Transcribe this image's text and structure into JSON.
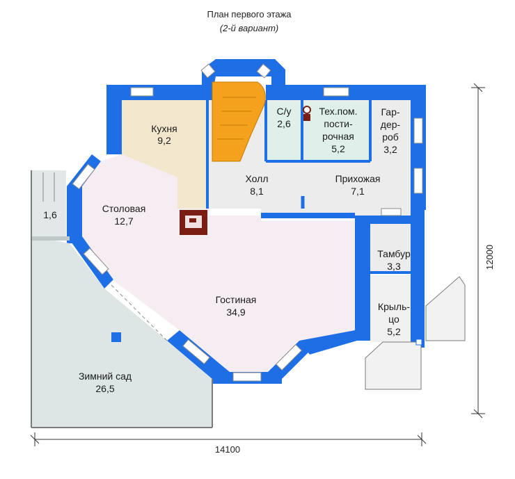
{
  "title": "План первого этажа",
  "subtitle": "(2-й вариант)",
  "rooms": [
    {
      "id": "kitchen",
      "name": "Кухня",
      "area": "9,2"
    },
    {
      "id": "hall",
      "name": "Холл",
      "area": "8,1"
    },
    {
      "id": "wc",
      "name": "С/у",
      "area": "2,6"
    },
    {
      "id": "tech",
      "name_lines": [
        "Тех.пом.",
        "пости-",
        "рочная"
      ],
      "area": "5,2"
    },
    {
      "id": "wardrobe",
      "name_lines": [
        "Гар-",
        "дер-",
        "роб"
      ],
      "area": "3,2"
    },
    {
      "id": "entrance",
      "name": "Прихожая",
      "area": "7,1"
    },
    {
      "id": "dining",
      "name": "Столовая",
      "area": "12,7"
    },
    {
      "id": "small",
      "name": "",
      "area": "1,6"
    },
    {
      "id": "vestibule",
      "name": "Тамбур",
      "area": "3,3"
    },
    {
      "id": "living",
      "name": "Гостиная",
      "area": "34,9"
    },
    {
      "id": "porch",
      "name_lines": [
        "Крыль-",
        "цо"
      ],
      "area": "5,2"
    },
    {
      "id": "garden",
      "name": "Зимний сад",
      "area": "26,5"
    }
  ],
  "dimensions": {
    "width": "14100",
    "height": "12000"
  },
  "colors": {
    "wall": "#1e6fe6",
    "kitchen": "#f2e6cc",
    "living": "#f6edf2",
    "hall": "#ececec",
    "garden": "#dde5e5",
    "wet": "#dff0ea",
    "stairs": "#f4a21e",
    "window": "#ffffff"
  }
}
